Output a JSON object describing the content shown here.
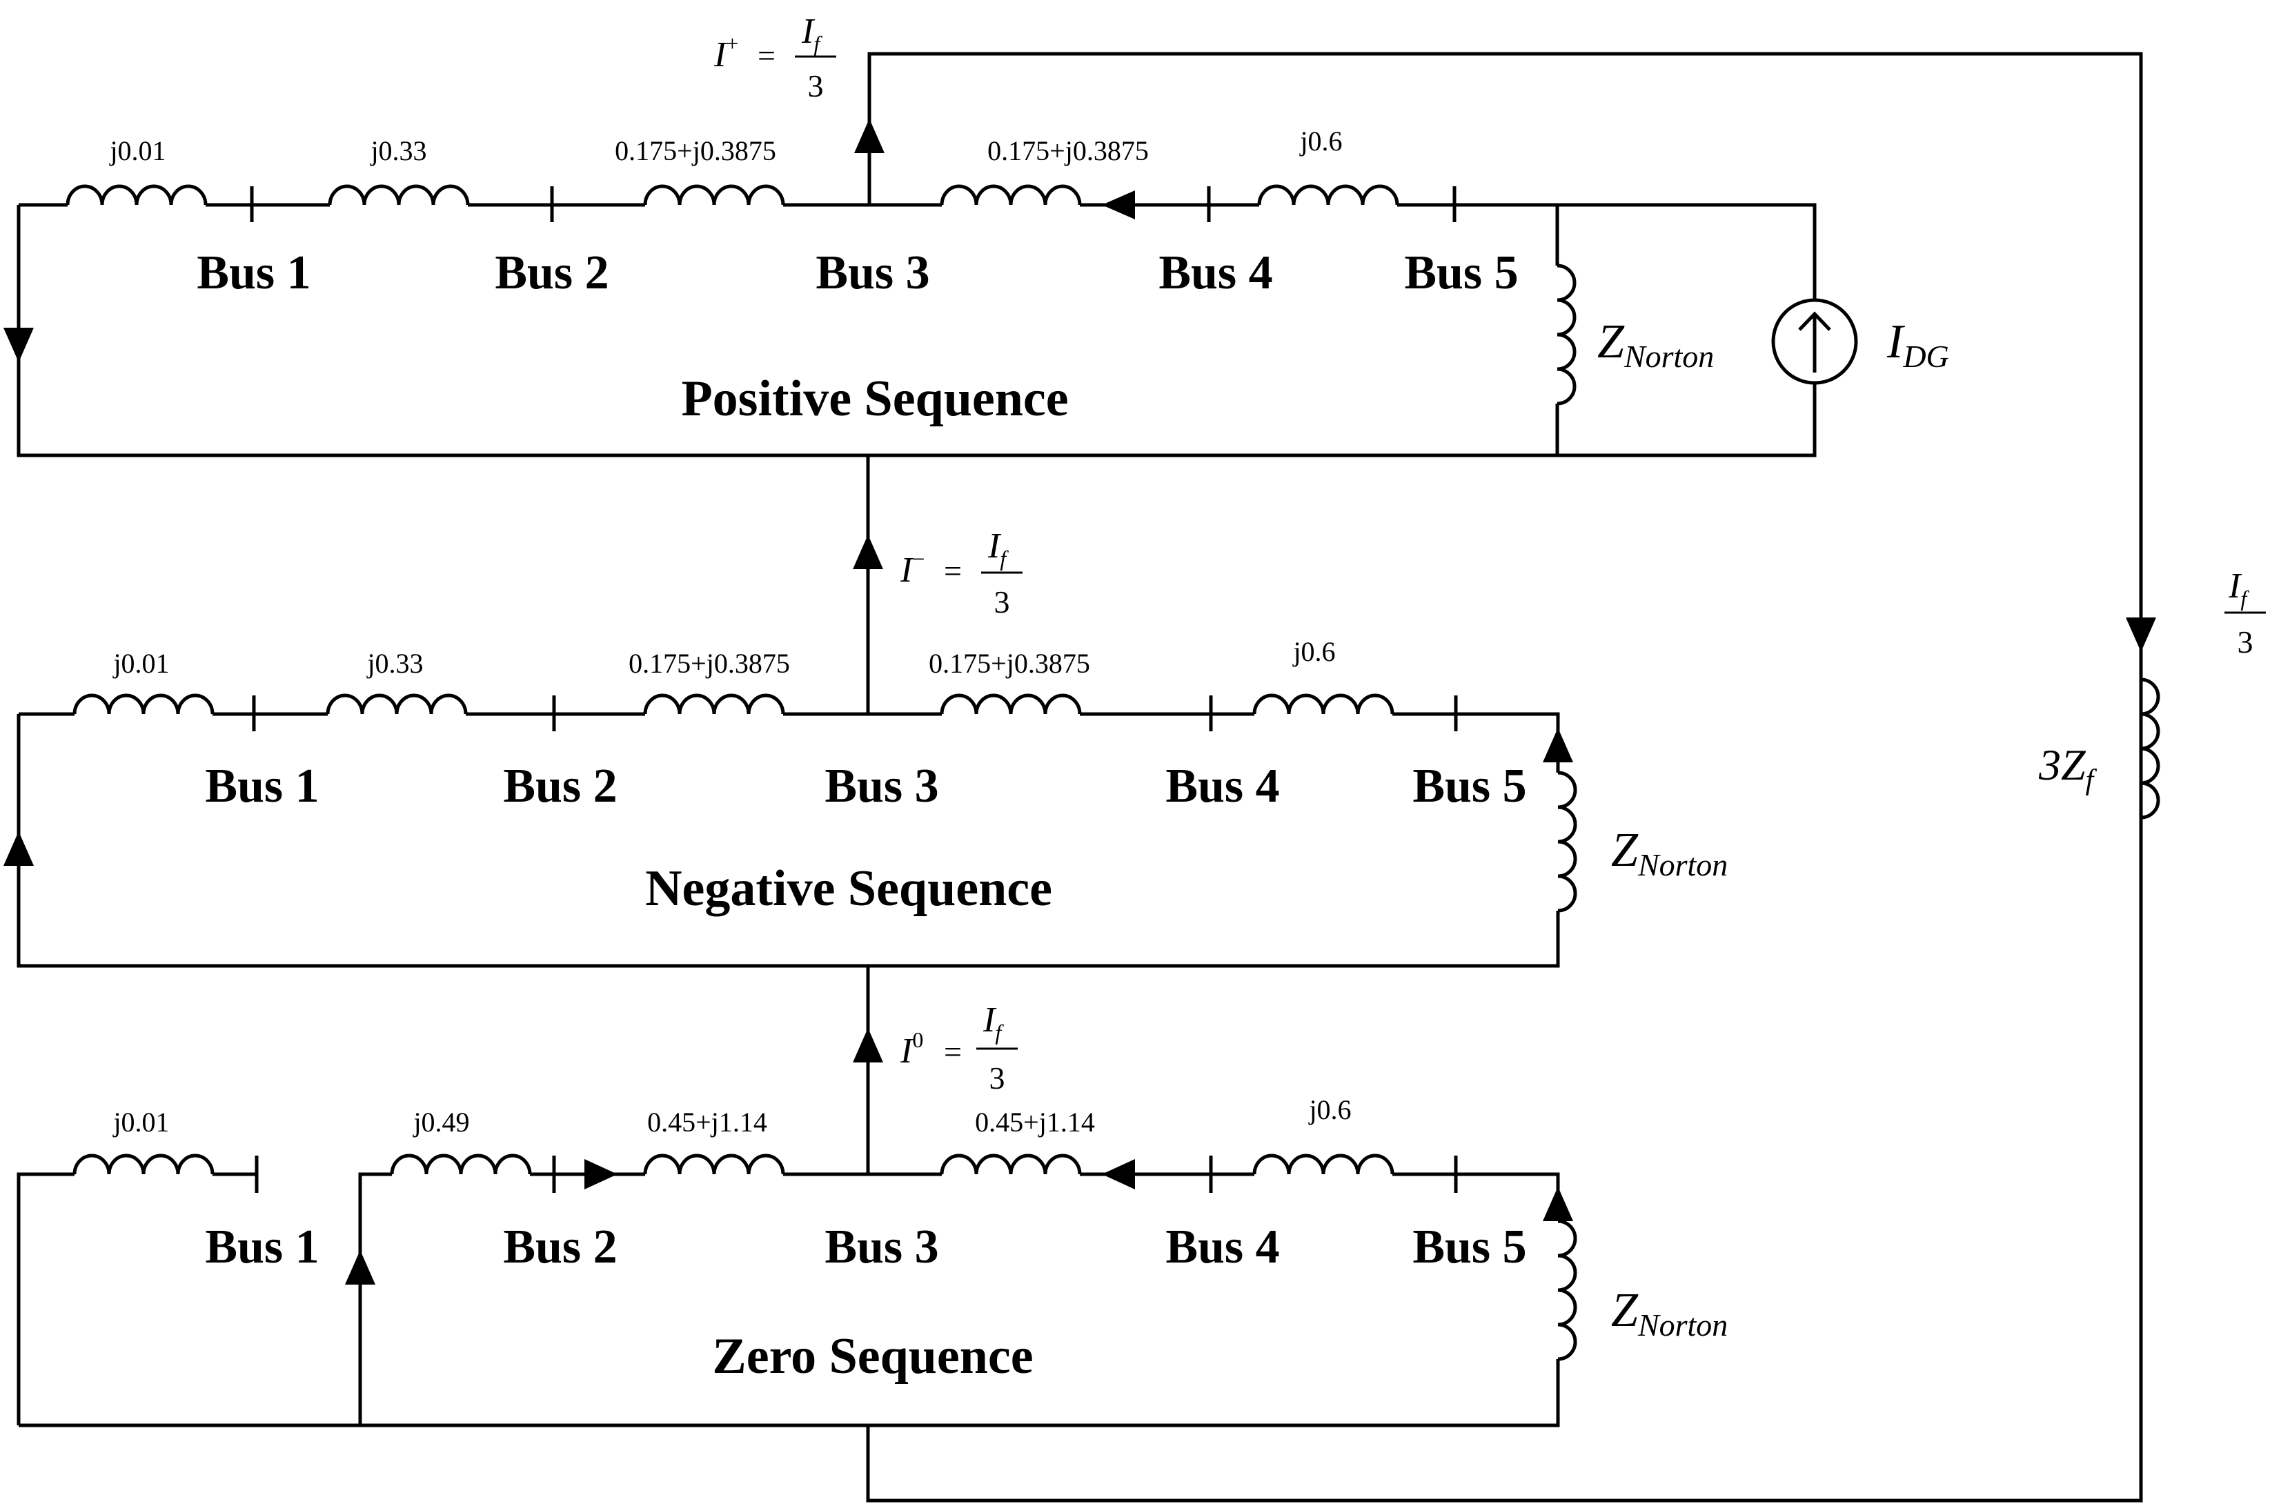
{
  "positive": {
    "title": "Positive Sequence",
    "bus1": "Bus 1",
    "bus2": "Bus 2",
    "bus3": "Bus 3",
    "bus4": "Bus 4",
    "bus5": "Bus 5",
    "z12": "j0.01",
    "z2": "j0.33",
    "z23": "0.175+j0.3875",
    "z34": "0.175+j0.3875",
    "z45": "j0.6",
    "norton_main": "Z",
    "norton_sub": "Norton",
    "idg_main": "I",
    "idg_sub": "DG",
    "current_main": "I",
    "current_sup": "+"
  },
  "negative": {
    "title": "Negative Sequence",
    "bus1": "Bus 1",
    "bus2": "Bus 2",
    "bus3": "Bus 3",
    "bus4": "Bus 4",
    "bus5": "Bus 5",
    "z12": "j0.01",
    "z2": "j0.33",
    "z23": "0.175+j0.3875",
    "z34": "0.175+j0.3875",
    "z45": "j0.6",
    "norton_main": "Z",
    "norton_sub": "Norton",
    "current_main": "I",
    "current_sup": "−"
  },
  "zero": {
    "title": "Zero Sequence",
    "bus1": "Bus 1",
    "bus2": "Bus 2",
    "bus3": "Bus 3",
    "bus4": "Bus 4",
    "bus5": "Bus 5",
    "z1": "j0.01",
    "z12": "j0.49",
    "z23": "0.45+j1.14",
    "z34": "0.45+j1.14",
    "z45": "j0.6",
    "norton_main": "Z",
    "norton_sub": "Norton",
    "current_main": "I",
    "current_sup": "0"
  },
  "fault": {
    "eq": "=",
    "frac_num_main": "I",
    "frac_num_sub": "f",
    "frac_den": "3",
    "impedance_main": "3Z",
    "impedance_sub": "f"
  }
}
